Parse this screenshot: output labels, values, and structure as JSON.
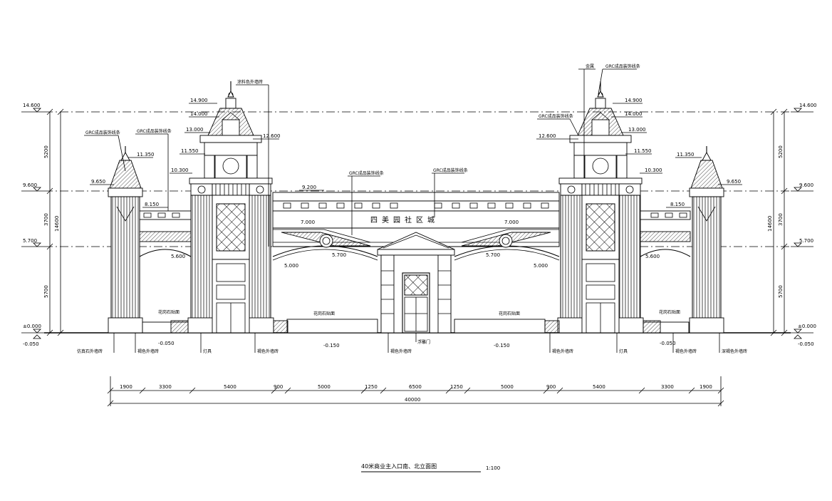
{
  "drawing": {
    "title": "40米商业主入口南、北立面图",
    "scale": "1:100"
  },
  "levels": {
    "top": "14.600",
    "mid": "9.600",
    "low": "5.700",
    "ground": "±0.000",
    "below": "-0.050"
  },
  "height_dims": [
    "5200",
    "3700",
    "5700",
    "14600"
  ],
  "elevations": [
    "14.900",
    "14.000",
    "13.000",
    "12.600",
    "11.550",
    "11.350",
    "10.300",
    "9.650",
    "9.200",
    "8.150",
    "7.000",
    "7.000",
    "5.600",
    "5.700",
    "5.000",
    "-0.050",
    "-0.150"
  ],
  "sign_text": "四美园社区城",
  "notes": {
    "n1": "GRC成品装饰线条",
    "n2": "GRC成品装饰线条",
    "n3": "GRC成品装饰线条",
    "n4": "GRC成品装饰线条",
    "n5": "涂料色外墙砖",
    "n6": "金属",
    "n7": "GRC成品装饰线条",
    "n8": "GRC成品装饰线条",
    "b1": "仿真石外墙砖",
    "b2": "褐色外墙砖",
    "b3": "灯具",
    "b4": "褐色外墙砖",
    "b5": "褐色外墙砖",
    "b6": "浮雕门",
    "b7": "褐色外墙砖",
    "b8": "灯具",
    "b9": "褐色外墙砖",
    "b10": "深褐色外墙砖"
  },
  "bench_labels": [
    "花岗石贴面",
    "花岗石贴面",
    "花岗石贴面",
    "花岗石贴面"
  ],
  "bottom_dims": [
    "1900",
    "3300",
    "5400",
    "900",
    "5000",
    "1250",
    "6500",
    "1250",
    "5000",
    "900",
    "5400",
    "3300",
    "1900"
  ],
  "total_dim": "40000"
}
